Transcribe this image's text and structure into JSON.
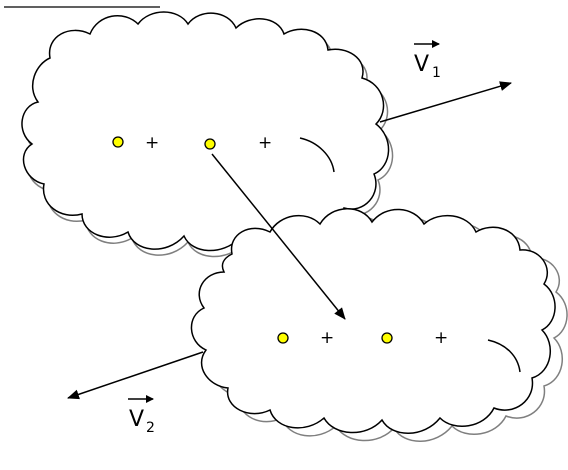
{
  "header": {
    "text": ""
  },
  "symbols": {
    "plus": "+"
  },
  "vectors": {
    "v1": {
      "letter": "V",
      "subscript": "1"
    },
    "v2": {
      "letter": "V",
      "subscript": "2"
    }
  },
  "colors": {
    "line": "#000000",
    "shadow": "#7f7f7f",
    "dot_fill": "#ffff00",
    "dot_stroke": "#000000",
    "background": "#ffffff"
  }
}
